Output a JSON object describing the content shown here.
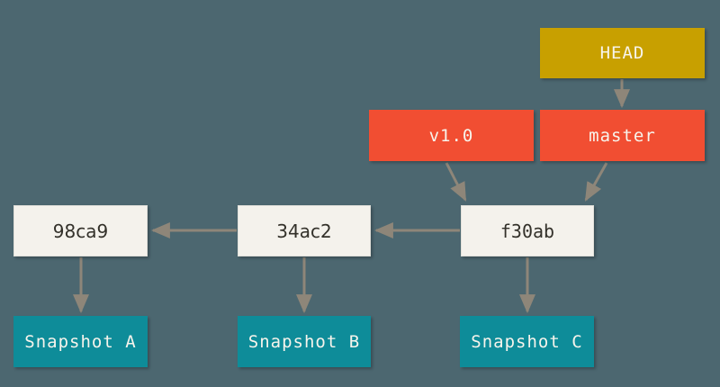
{
  "diagram": {
    "description": "Git branch and history diagram: HEAD points to master; master and tag v1.0 point to commit f30ab; commit chain f30ab -> 34ac2 -> 98ca9; each commit points to its snapshot",
    "colors": {
      "background": "#4c6770",
      "head_pointer": "#c8a000",
      "branch_and_tag": "#f14e32",
      "commit_box": "#f4f2ec",
      "snapshot_box": "#0e8c99",
      "arrow": "#8e8679",
      "light_text": "#f7f4ec",
      "dark_text": "#33312a"
    },
    "nodes": [
      {
        "id": "head",
        "label": "HEAD",
        "type": "pointer"
      },
      {
        "id": "v1.0",
        "label": "v1.0",
        "type": "tag"
      },
      {
        "id": "master",
        "label": "master",
        "type": "branch"
      },
      {
        "id": "98ca9",
        "label": "98ca9",
        "type": "commit"
      },
      {
        "id": "34ac2",
        "label": "34ac2",
        "type": "commit"
      },
      {
        "id": "f30ab",
        "label": "f30ab",
        "type": "commit"
      },
      {
        "id": "snapshot-a",
        "label": "Snapshot A",
        "type": "snapshot"
      },
      {
        "id": "snapshot-b",
        "label": "Snapshot B",
        "type": "snapshot"
      },
      {
        "id": "snapshot-c",
        "label": "Snapshot C",
        "type": "snapshot"
      }
    ],
    "edges": [
      {
        "from": "HEAD",
        "to": "master"
      },
      {
        "from": "v1.0",
        "to": "f30ab"
      },
      {
        "from": "master",
        "to": "f30ab"
      },
      {
        "from": "f30ab",
        "to": "34ac2"
      },
      {
        "from": "34ac2",
        "to": "98ca9"
      },
      {
        "from": "98ca9",
        "to": "Snapshot A"
      },
      {
        "from": "34ac2",
        "to": "Snapshot B"
      },
      {
        "from": "f30ab",
        "to": "Snapshot C"
      }
    ]
  }
}
